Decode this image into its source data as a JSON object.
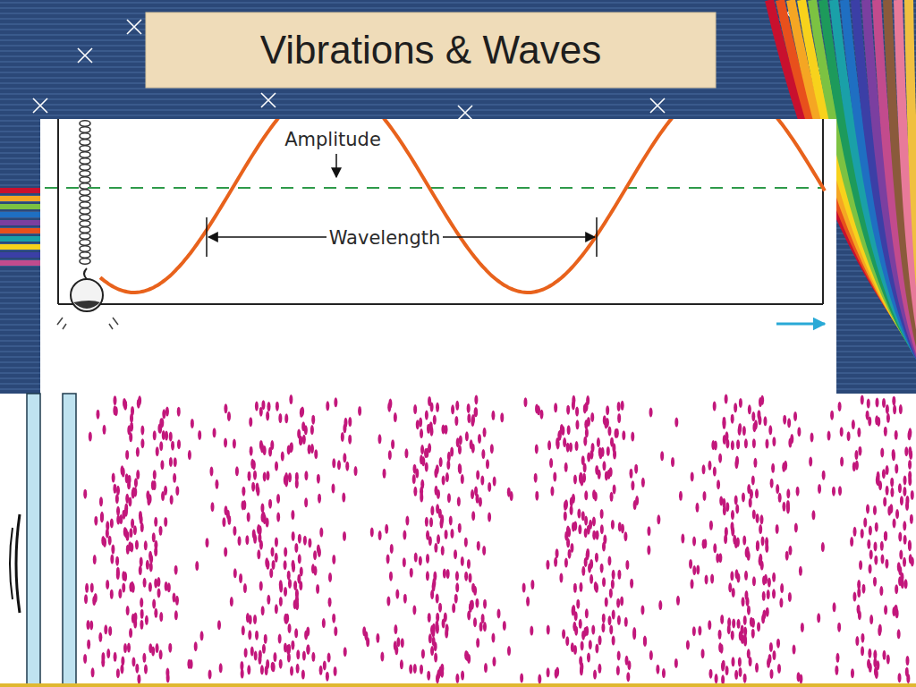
{
  "diagram": {
    "title": "Vibrations & Waves",
    "labels": [
      "Amplitude",
      "Wavelength"
    ]
  }
}
